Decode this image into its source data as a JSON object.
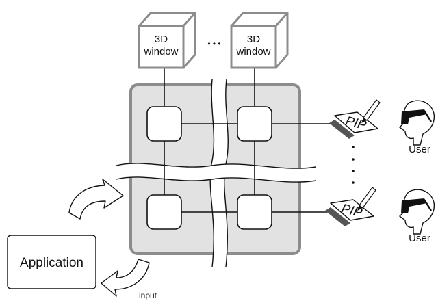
{
  "windows": [
    {
      "line1": "3D",
      "line2": "window"
    },
    {
      "line1": "3D",
      "line2": "window"
    }
  ],
  "window_ellipsis": "• • •",
  "pips": [
    {
      "label": "PIP"
    },
    {
      "label": "PIP"
    }
  ],
  "users": [
    {
      "label": "User"
    },
    {
      "label": "User"
    }
  ],
  "application": {
    "label": "Application"
  },
  "input_label": "input"
}
